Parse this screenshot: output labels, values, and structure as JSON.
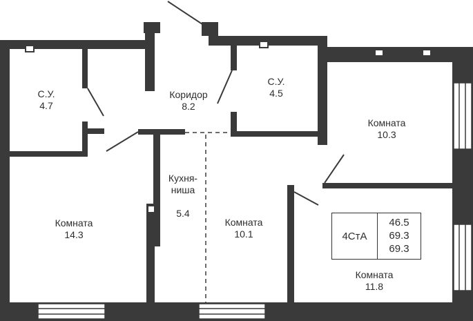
{
  "colors": {
    "wall": "#3a3a3a",
    "background": "#ffffff",
    "text": "#2d2d2d"
  },
  "rooms": [
    {
      "id": "su-1",
      "name": "С.У.",
      "area": "4.7"
    },
    {
      "id": "corridor",
      "name": "Коридор",
      "area": "8.2"
    },
    {
      "id": "su-2",
      "name": "С.У.",
      "area": "4.5"
    },
    {
      "id": "room-1",
      "name": "Комната",
      "area": "10.3"
    },
    {
      "id": "kitchen",
      "name": "Кухня-\nниша",
      "area": "5.4"
    },
    {
      "id": "room-2",
      "name": "Комната",
      "area": "14.3"
    },
    {
      "id": "room-3",
      "name": "Комната",
      "area": "10.1"
    },
    {
      "id": "room-4",
      "name": "Комната",
      "area": "11.8"
    }
  ],
  "summary": {
    "type": "4СтА",
    "areas": [
      "46.5",
      "69.3",
      "69.3"
    ]
  }
}
